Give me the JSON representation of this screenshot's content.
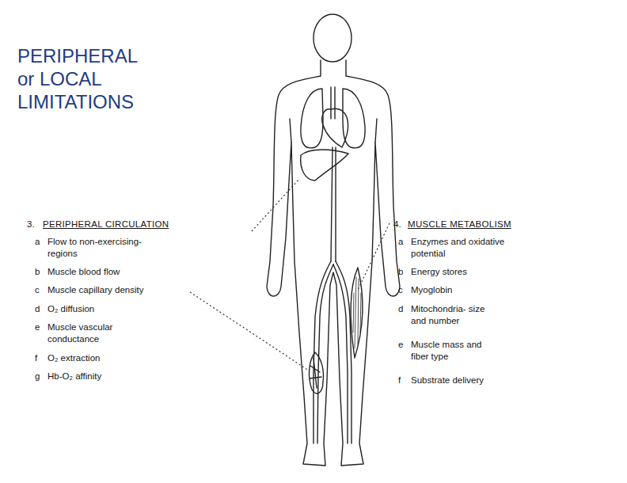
{
  "diagram": {
    "title": "PERIPHERAL or LOCAL LIMITATIONS",
    "labels": [
      "3.",
      "PERIPHERAL CIRCULATION",
      "a",
      "Flow to non-exercising- regions",
      "b",
      "Muscle blood flow",
      "c",
      "Muscle capillary density",
      "d",
      "O₂ diffusion",
      "e",
      "Muscle vascular conductance",
      "f",
      "O₂ extraction",
      "g",
      "Hb-O₂ affinity",
      "4.",
      "MUSCLE METABOLISM",
      "a",
      "Enzymes and oxidative potential",
      "b",
      "Energy stores",
      "c",
      "Myoglobin",
      "d",
      "Mitochondria- size and number",
      "e",
      "Muscle mass and fiber type",
      "f",
      "Substrate delivery"
    ]
  }
}
